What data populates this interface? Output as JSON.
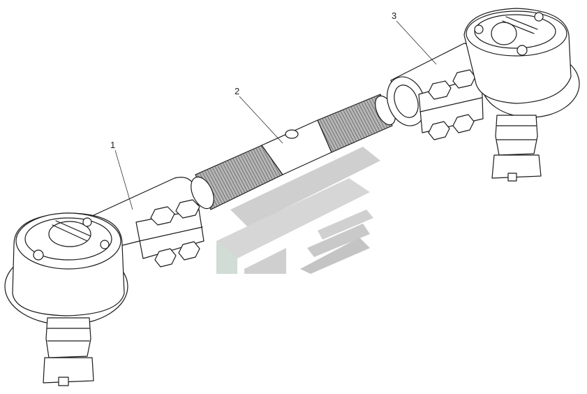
{
  "callouts": [
    {
      "id": "1",
      "label": "1"
    },
    {
      "id": "2",
      "label": "2"
    },
    {
      "id": "3",
      "label": "3"
    }
  ],
  "watermark": {
    "color": "#c8c8c8",
    "accent": "#d8e4dc"
  }
}
